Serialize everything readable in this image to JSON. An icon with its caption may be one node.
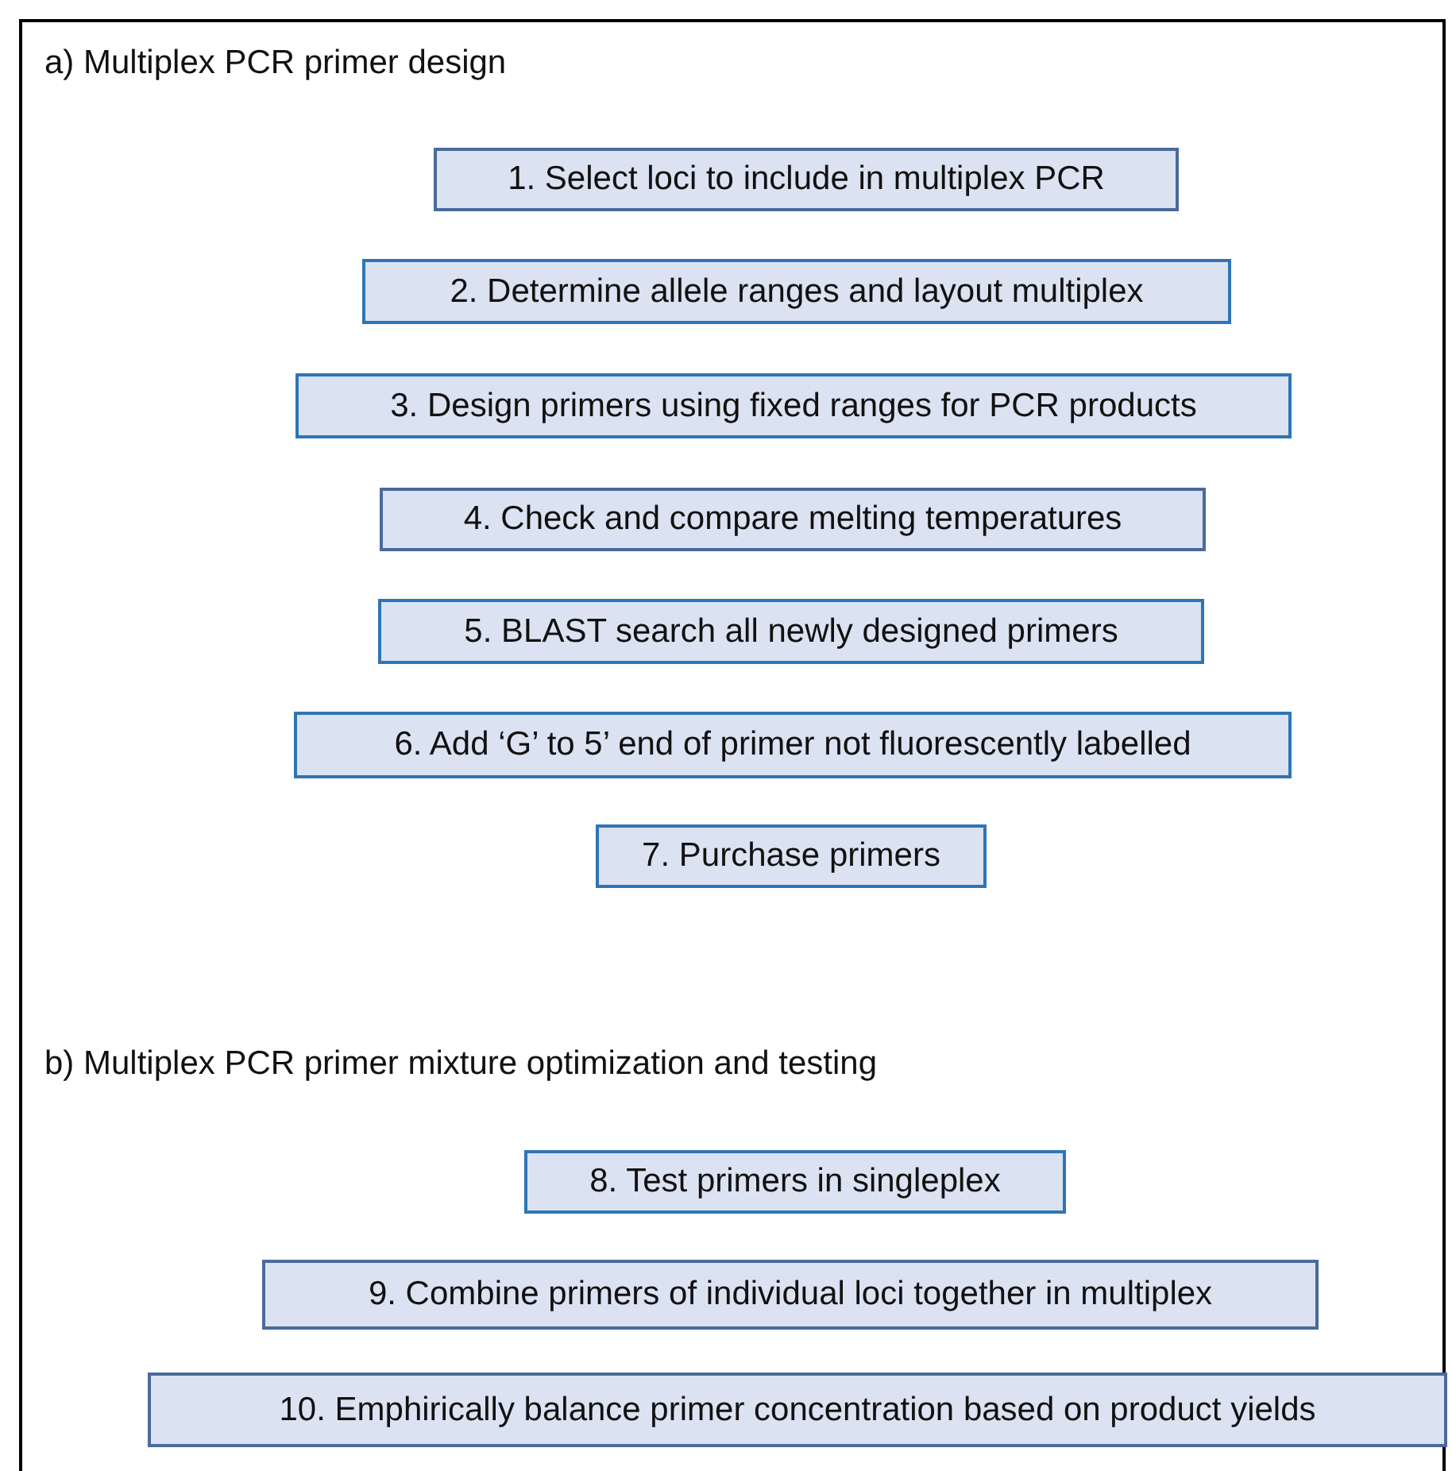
{
  "diagram": {
    "nodes": [
      {
        "text": [
          "1. Select loci to include in multiplex PCR"
        ]
      },
      {
        "text": [
          "2. Determine allele ranges and layout multiplex"
        ]
      },
      {
        "text": [
          "3. Design primers using fixed ranges for PCR products"
        ]
      },
      {
        "text": [
          "4. Check and compare melting temperatures"
        ]
      },
      {
        "text": [
          "5. BLAST search all newly designed primers"
        ]
      },
      {
        "text": [
          "6. Add ‘G’ to 5’ end of primer not fluorescently labelled"
        ]
      },
      {
        "text": [
          "7. Purchase primers"
        ]
      },
      {
        "text": [
          "8. Test primers in singleplex"
        ]
      },
      {
        "text": [
          "9. Combine primers of individual loci together in multiplex"
        ]
      },
      {
        "text": [
          "10. Emphirically balance primer concentration based on product yields"
        ]
      }
    ],
    "edges": [],
    "labels": [
      "a) Multiplex PCR primer design",
      "b) Multiplex PCR primer mixture optimization and testing"
    ]
  }
}
